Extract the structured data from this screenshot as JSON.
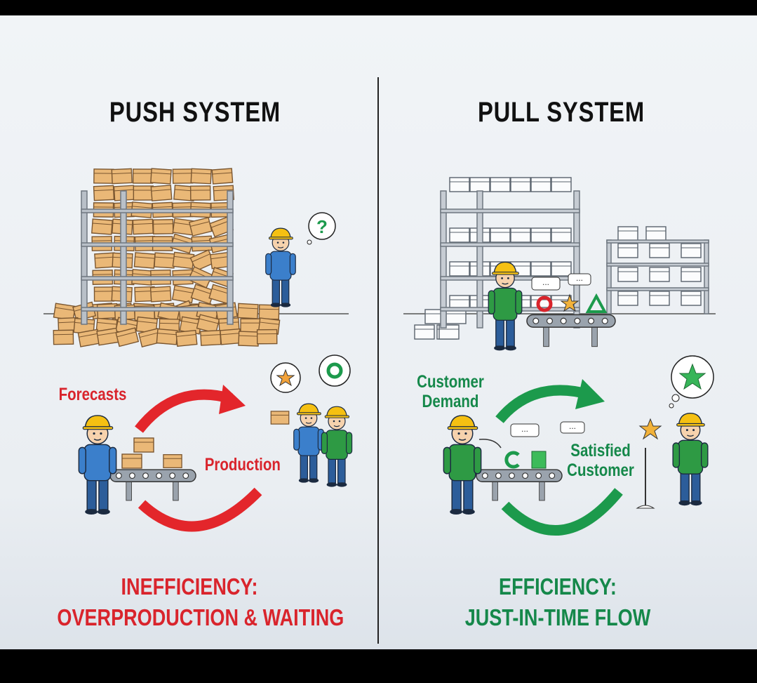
{
  "push": {
    "title": "PUSH SYSTEM",
    "forecasts_label": "Forecasts",
    "production_label": "Production",
    "outcome_line1": "INEFFICIENCY:",
    "outcome_line2": "OVERPRODUCTION & WAITING",
    "confused_symbol": "?",
    "color": "#e3262b"
  },
  "pull": {
    "title": "PULL SYSTEM",
    "demand_label_line1": "Customer",
    "demand_label_line2": "Demand",
    "satisfied_label_line1": "Satisfied",
    "satisfied_label_line2": "Customer",
    "outcome_line1": "EFFICIENCY:",
    "outcome_line2": "JUST-IN-TIME FLOW",
    "speech_dots": "...",
    "color": "#1c9a4c"
  }
}
